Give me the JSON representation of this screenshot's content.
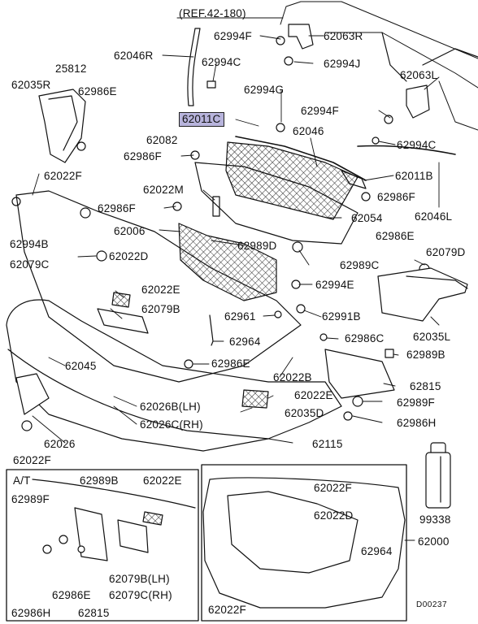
{
  "diagram_code": "D00237",
  "reference_note": "(REF.42-180)",
  "highlighted_part": "62011C",
  "inset_left_title": "A/T",
  "labels": {
    "l62994F_a": "62994F",
    "l62063R": "62063R",
    "l62046R": "62046R",
    "l62994C_a": "62994C",
    "l62994J": "62994J",
    "l25812": "25812",
    "l62035R": "62035R",
    "l62986E_a": "62986E",
    "l62063L": "62063L",
    "l62994G": "62994G",
    "l62994F_b": "62994F",
    "l62011C": "62011C",
    "l62082": "62082",
    "l62046": "62046",
    "l62994C_b": "62994C",
    "l62986F_a": "62986F",
    "l62011B": "62011B",
    "l62022F_a": "62022F",
    "l62022M": "62022M",
    "l62986F_b": "62986F",
    "l62986F_c": "62986F",
    "l62046L": "62046L",
    "l62054": "62054",
    "l62006": "62006",
    "l62989D": "62989D",
    "l62986E_b": "62986E",
    "l62994B": "62994B",
    "l62022D_a": "62022D",
    "l62079D": "62079D",
    "l62079C_a": "62079C",
    "l62989C": "62989C",
    "l62994E": "62994E",
    "l62022E_a": "62022E",
    "l62079B_a": "62079B",
    "l62961": "62961",
    "l62991B": "62991B",
    "l62964_a": "62964",
    "l62986C": "62986C",
    "l62035L": "62035L",
    "l62989B_a": "62989B",
    "l62045": "62045",
    "l62986E_c": "62986E",
    "l62022B": "62022B",
    "l62815_a": "62815",
    "l62022E_b": "62022E",
    "l62989F_a": "62989F",
    "l62026BLH": "62026B(LH)",
    "l62035D": "62035D",
    "l62026CRH": "62026C(RH)",
    "l62986H_a": "62986H",
    "l62026": "62026",
    "l62022F_b": "62022F",
    "l62115": "62115",
    "l62989F_b": "62989F",
    "l62989B_b": "62989B",
    "l62022E_c": "62022E",
    "l62986E_d": "62986E",
    "l62079BLH": "62079B(LH)",
    "l62079CRH": "62079C(RH)",
    "l62986H_b": "62986H",
    "l62815_b": "62815",
    "l62022F_c": "62022F",
    "l62022D_b": "62022D",
    "l62964_b": "62964",
    "l62022F_d": "62022F",
    "l99338": "99338",
    "l62000": "62000"
  }
}
